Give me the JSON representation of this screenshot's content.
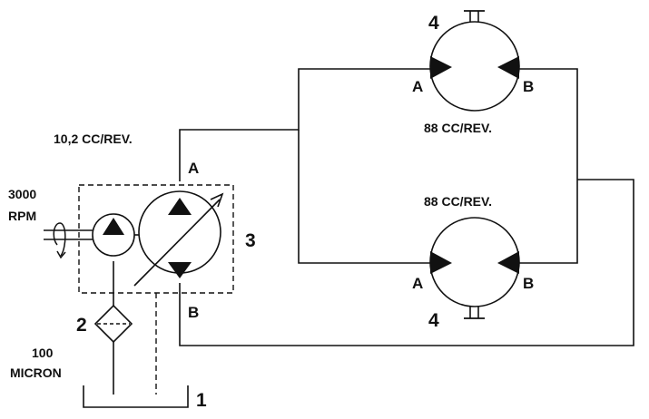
{
  "colors": {
    "line": "#111111",
    "background": "#ffffff"
  },
  "pump": {
    "displacement": "10,2 CC/REV.",
    "port_a": "A",
    "port_b": "B",
    "number": "3"
  },
  "drive": {
    "speed_value": "3000",
    "speed_unit": "RPM"
  },
  "charge_pump": {
    "icon": "fixed-pump-symbol"
  },
  "filter": {
    "number": "2",
    "rating_value": "100",
    "rating_unit": "MICRON"
  },
  "reservoir": {
    "number": "1"
  },
  "motor_top": {
    "number": "4",
    "displacement": "88 CC/REV.",
    "port_a": "A",
    "port_b": "B"
  },
  "motor_bottom": {
    "number": "4",
    "displacement": "88 CC/REV.",
    "port_a": "A",
    "port_b": "B"
  }
}
